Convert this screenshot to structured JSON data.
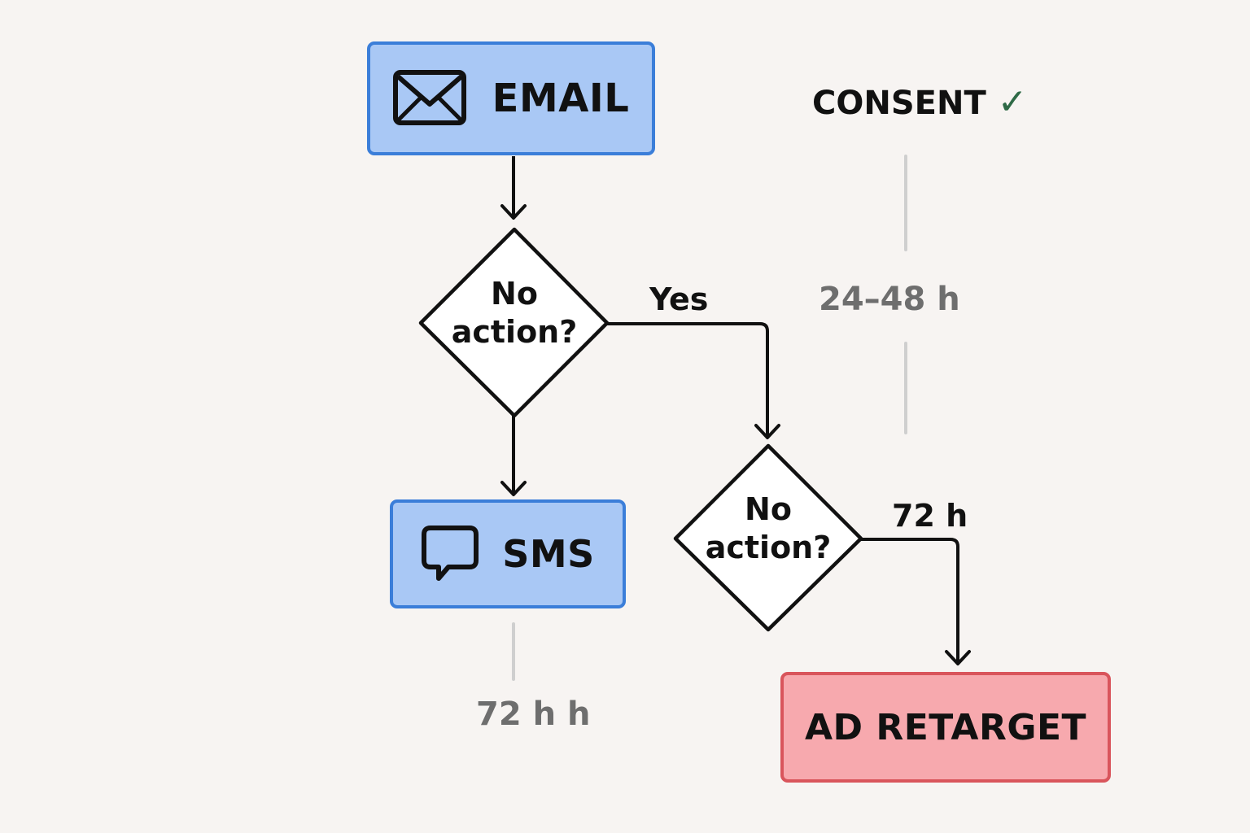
{
  "nodes": {
    "email": {
      "label": "EMAIL",
      "icon": "envelope-icon"
    },
    "sms": {
      "label": "SMS",
      "icon": "speech-bubble-icon"
    },
    "ad_retarget": {
      "label": "AD RETARGET"
    }
  },
  "decisions": {
    "first": {
      "line1": "No",
      "line2": "action?"
    },
    "second": {
      "line1": "No",
      "line2": "action?"
    }
  },
  "edge_labels": {
    "first_yes": "Yes",
    "second_branch": "72 h"
  },
  "annotations": {
    "consent": "CONSENT",
    "consent_check": "✓",
    "window": "24–48 h",
    "sms_delay": "72 h h"
  },
  "colors": {
    "background": "#f7f4f2",
    "channel_fill": "#a9c8f5",
    "channel_border": "#3b7ed9",
    "retarget_fill": "#f7a9ae",
    "retarget_border": "#d9555c",
    "check": "#2f6a47"
  }
}
